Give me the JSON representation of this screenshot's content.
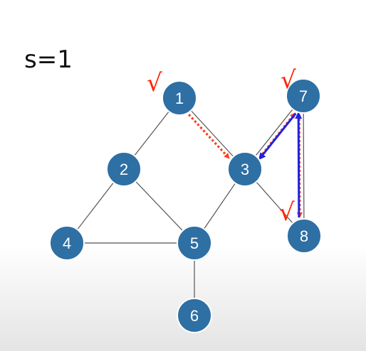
{
  "title": "s=1",
  "colors": {
    "node_fill": "#2e6fa4",
    "node_stroke": "#ffffff",
    "edge": "#555555",
    "orange_arrow": "#ff3b1a",
    "blue_arrow": "#2222dd",
    "check": "#ff2200"
  },
  "check_mark": "√",
  "nodes": [
    {
      "id": "1",
      "label": "1"
    },
    {
      "id": "2",
      "label": "2"
    },
    {
      "id": "3",
      "label": "3"
    },
    {
      "id": "4",
      "label": "4"
    },
    {
      "id": "5",
      "label": "5"
    },
    {
      "id": "6",
      "label": "6"
    },
    {
      "id": "7",
      "label": "7"
    },
    {
      "id": "8",
      "label": "8"
    }
  ],
  "edges": [
    [
      "1",
      "2"
    ],
    [
      "1",
      "3"
    ],
    [
      "2",
      "4"
    ],
    [
      "2",
      "5"
    ],
    [
      "4",
      "5"
    ],
    [
      "3",
      "5"
    ],
    [
      "5",
      "6"
    ],
    [
      "3",
      "7"
    ],
    [
      "3",
      "8"
    ],
    [
      "7",
      "8"
    ]
  ],
  "visited": [
    "1",
    "7",
    "8"
  ],
  "dfs_forward": [
    [
      "1",
      "3"
    ],
    [
      "3",
      "7"
    ],
    [
      "7",
      "8"
    ]
  ],
  "backtrack": [
    [
      "8",
      "7"
    ],
    [
      "7",
      "3"
    ]
  ]
}
